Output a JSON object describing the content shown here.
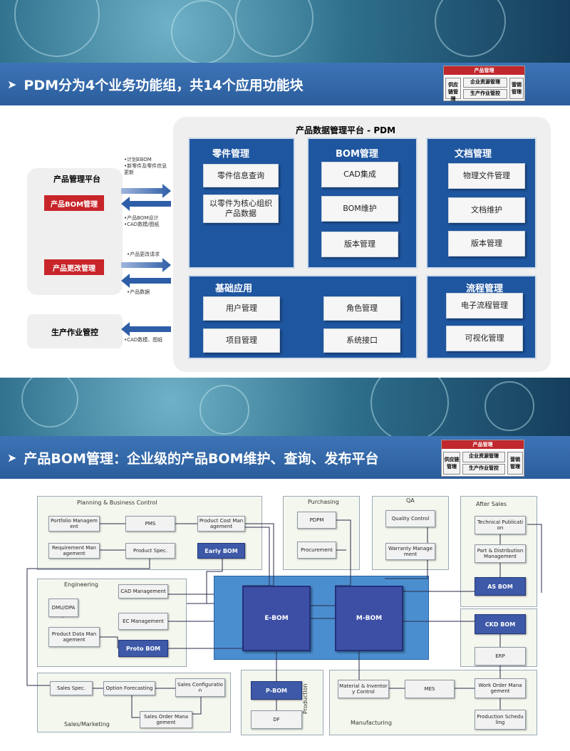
{
  "slide1": {
    "title": "PDM分为4个业务功能组，共14个应用功能块",
    "logo": {
      "top": "产品管理",
      "left": "供应链管理",
      "mid_top": "企业资源管理",
      "mid_bottom": "生产作业管控",
      "right": "营销管理"
    },
    "platform_title": "产品数据管理平台 - PDM",
    "left_panel": {
      "title": "产品管理平台",
      "btn1": "产品BOM管理",
      "btn2": "产品更改管理",
      "production": "生产作业管控"
    },
    "notes": {
      "n1a": "•计划EBOM",
      "n1b": "•新零件及零件信息",
      "n1c": "更新",
      "n2a": "•产品BOM设计",
      "n2b": "•CAD数模/图纸",
      "n3": "•产品更改请求",
      "n4": "•产品数据",
      "n5": "•CAD数模、图纸"
    },
    "groups": {
      "parts": {
        "title": "零件管理",
        "items": [
          "零件信息查询",
          "以零件为核心组织\n产品数据"
        ]
      },
      "bom": {
        "title": "BOM管理",
        "items": [
          "CAD集成",
          "BOM维护",
          "版本管理"
        ]
      },
      "docs": {
        "title": "文档管理",
        "items": [
          "物理文件管理",
          "文档维护",
          "版本管理"
        ]
      },
      "basic": {
        "title": "基础应用",
        "items": [
          "用户管理",
          "项目管理",
          "角色管理",
          "系统接口"
        ]
      },
      "flow": {
        "title": "流程管理",
        "items": [
          "电子流程管理",
          "可视化管理"
        ]
      }
    }
  },
  "slide2": {
    "title": "产品BOM管理：企业级的产品BOM维护、查询、发布平台",
    "logo": {
      "top": "产品管理",
      "left": "供应链管理",
      "mid_top": "企业资源管理",
      "mid_bottom": "生产作业管控",
      "right": "营销管理"
    },
    "groups": {
      "planning": "Planning & Business Control",
      "engineering": "Engineering",
      "purchasing": "Purchasing",
      "qa": "QA",
      "after_sales": "After Sales",
      "sales": "Sales/Marketing",
      "production": "Production",
      "manufacturing": "Manufacturing"
    },
    "nodes": {
      "portfolio": "Portfolio Managem ent",
      "pms": "PMS",
      "product_cost": "Product Cost Man agement",
      "requirement": "Requirement Man agement",
      "product_spec": "Product Spec.",
      "early_bom": "Early BOM",
      "pdpm": "PDPM",
      "procurement": "Procurement",
      "quality": "Quality Control",
      "warranty": "Warranty Manage ment",
      "tech_pub": "Technical Publicati on",
      "part_dist": "Part & Distribution Management",
      "as_bom": "AS BOM",
      "cad_mgmt": "CAD Management",
      "dmu": "DMU/DPA",
      "ec_mgmt": "EC Management",
      "pdm": "Product Data Man agement",
      "proto_bom": "Proto BOM",
      "ebom": "E-BOM",
      "mbom": "M-BOM",
      "ckd_bom": "CKD BOM",
      "erp": "ERP",
      "sales_spec": "Sales Spec.",
      "option_forecast": "Option Forecasting",
      "sales_config": "Sales Configuratio n",
      "sales_order": "Sales Order Mana gement",
      "pbom": "P-BOM",
      "df": "DF",
      "material_inv": "Material & Inventor y Control",
      "mes": "MES",
      "work_order": "Work Order Mana gement",
      "prod_sched": "Production Schedu ling"
    }
  }
}
